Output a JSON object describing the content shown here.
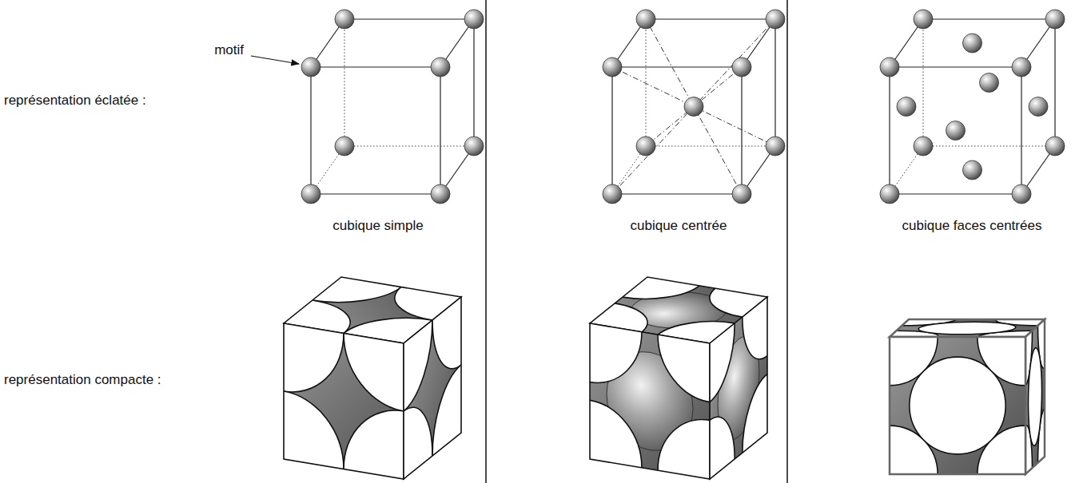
{
  "diagram": {
    "labels": [
      "motif",
      "représentation éclatée :",
      "cubique simple",
      "cubique centrée",
      "cubique faces centrées",
      "représentation compacte :"
    ]
  }
}
